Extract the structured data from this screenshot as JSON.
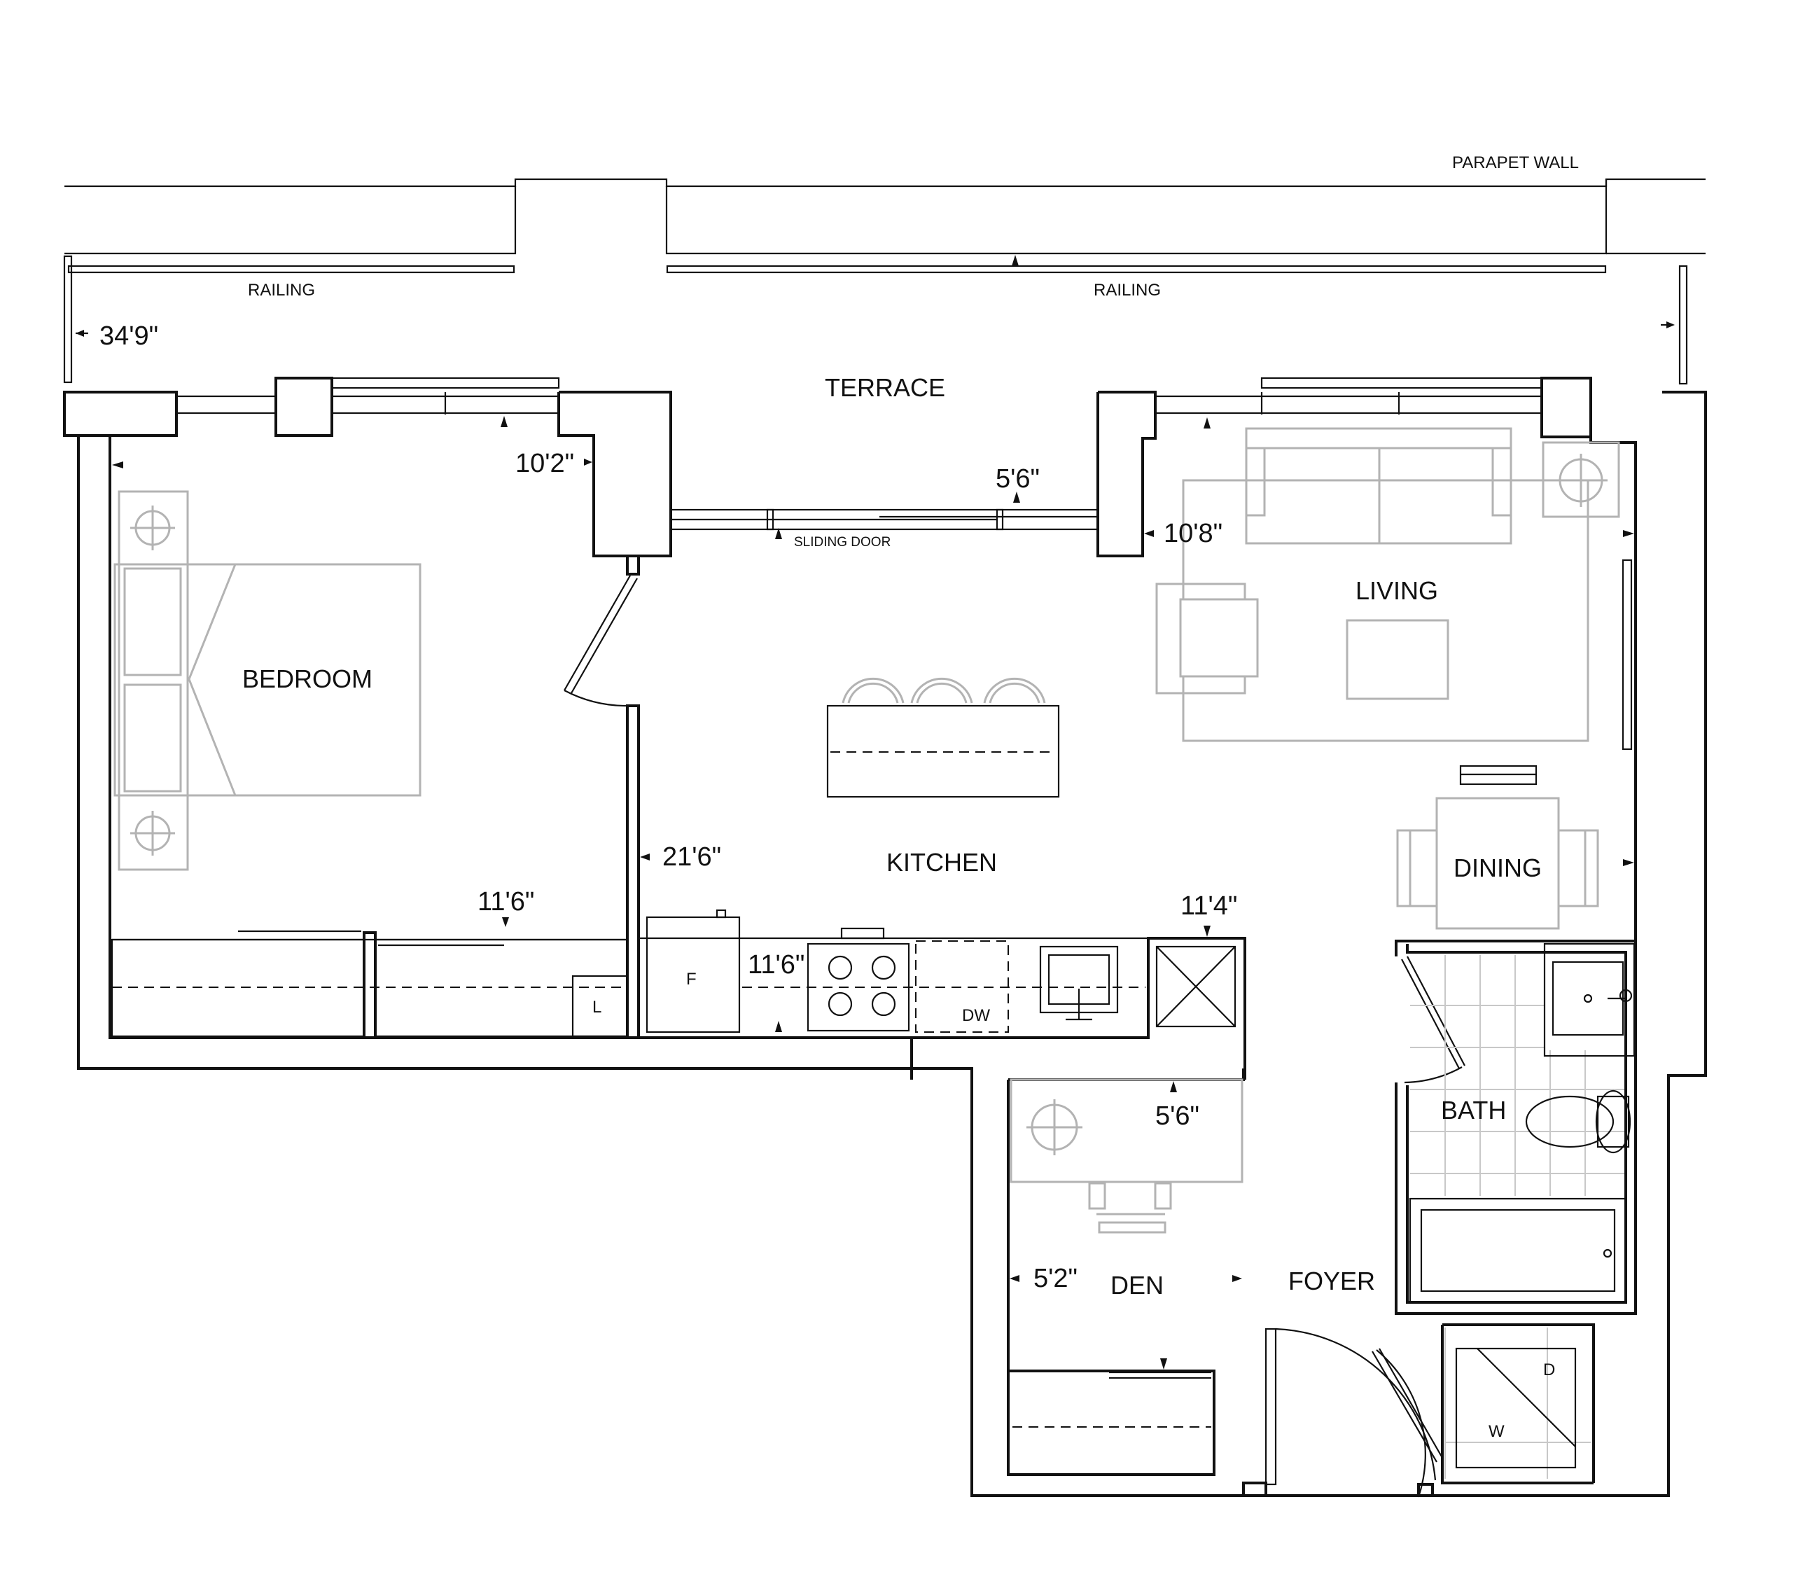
{
  "labels": {
    "parapet_wall": "PARAPET WALL",
    "railing_left": "RAILING",
    "railing_right": "RAILING",
    "terrace": "TERRACE",
    "sliding_door": "SLIDING DOOR",
    "bedroom": "BEDROOM",
    "living": "LIVING",
    "kitchen": "KITCHEN",
    "dining": "DINING",
    "bath": "BATH",
    "den": "DEN",
    "foyer": "FOYER",
    "linen": "L",
    "fridge": "F",
    "dishwasher": "DW",
    "dryer": "D",
    "washer": "W"
  },
  "dimensions": {
    "overall_width": "34'9\"",
    "bedroom_depth": "10'2\"",
    "sliding_door_width": "5'6\"",
    "living_depth": "10'8\"",
    "kitchen_length": "21'6\"",
    "bedroom_width": "11'6\"",
    "kitchen_counter": "11'6\"",
    "living_width": "11'4\"",
    "den_depth": "5'6\"",
    "den_width": "5'2\""
  },
  "colors": {
    "walls": "#111111",
    "furniture": "#b3b3b3",
    "tiles": "#c8c8c8"
  }
}
